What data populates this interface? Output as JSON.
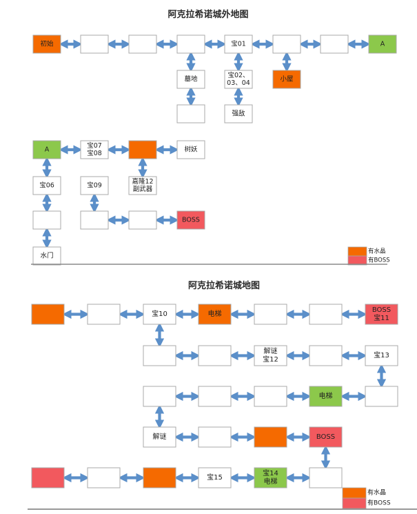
{
  "colors": {
    "orange": "#f56a00",
    "green": "#8cc84b",
    "red": "#f2595e",
    "white": "#ffffff",
    "border": "#a8a8a8",
    "arrow": "#5b8fc9",
    "baseline": "#8a8a8a"
  },
  "map1": {
    "title": "阿克拉希诺城外地图",
    "nodes": {
      "m1_start": {
        "label": "初始",
        "color": "orange"
      },
      "m1_r1c1": {
        "label": "",
        "color": "white"
      },
      "m1_r1c2": {
        "label": "",
        "color": "white"
      },
      "m1_r1c3": {
        "label": "",
        "color": "white"
      },
      "m1_bao01": {
        "label": "宝01",
        "color": "white"
      },
      "m1_r1c5": {
        "label": "",
        "color": "white"
      },
      "m1_r1c6": {
        "label": "",
        "color": "white"
      },
      "m1_a_top": {
        "label": "A",
        "color": "green"
      },
      "m1_grave": {
        "label": "墓地",
        "color": "white"
      },
      "m1_bao02": {
        "label": "宝02、\n03、04",
        "color": "white"
      },
      "m1_hut": {
        "label": "小屋",
        "color": "orange"
      },
      "m1_below_grave": {
        "label": "",
        "color": "white"
      },
      "m1_strong": {
        "label": "强敌",
        "color": "white"
      },
      "m1_a_left": {
        "label": "A",
        "color": "green"
      },
      "m1_bao0708": {
        "label": "宝07\n宝08",
        "color": "white"
      },
      "m1_crystal": {
        "label": "",
        "color": "orange"
      },
      "m1_treeDemon": {
        "label": "树妖",
        "color": "white"
      },
      "m1_bao06": {
        "label": "宝06",
        "color": "white"
      },
      "m1_bao09": {
        "label": "宝09",
        "color": "white"
      },
      "m1_jialong": {
        "label": "嘉隆12\n副武器",
        "color": "white"
      },
      "m1_r4c1": {
        "label": "",
        "color": "white"
      },
      "m1_r4c2": {
        "label": "",
        "color": "white"
      },
      "m1_r4c3": {
        "label": "",
        "color": "white"
      },
      "m1_boss": {
        "label": "BOSS",
        "color": "red"
      },
      "m1_water": {
        "label": "水门",
        "color": "white"
      }
    },
    "edges": [
      [
        "m1_start",
        "m1_r1c1"
      ],
      [
        "m1_r1c1",
        "m1_r1c2"
      ],
      [
        "m1_r1c2",
        "m1_r1c3"
      ],
      [
        "m1_r1c3",
        "m1_bao01"
      ],
      [
        "m1_bao01",
        "m1_r1c5"
      ],
      [
        "m1_r1c5",
        "m1_r1c6"
      ],
      [
        "m1_r1c6",
        "m1_a_top"
      ],
      [
        "m1_r1c3",
        "m1_grave"
      ],
      [
        "m1_grave",
        "m1_below_grave"
      ],
      [
        "m1_bao01",
        "m1_bao02"
      ],
      [
        "m1_bao02",
        "m1_strong"
      ],
      [
        "m1_r1c5",
        "m1_hut"
      ],
      [
        "m1_a_left",
        "m1_bao0708"
      ],
      [
        "m1_bao0708",
        "m1_crystal"
      ],
      [
        "m1_crystal",
        "m1_treeDemon"
      ],
      [
        "m1_a_left",
        "m1_bao06"
      ],
      [
        "m1_bao06",
        "m1_r4c1"
      ],
      [
        "m1_r4c1",
        "m1_water"
      ],
      [
        "m1_crystal",
        "m1_jialong"
      ],
      [
        "m1_bao09",
        "m1_r4c2"
      ],
      [
        "m1_r4c2",
        "m1_r4c3"
      ],
      [
        "m1_r4c3",
        "m1_boss"
      ]
    ],
    "legend": [
      {
        "label": "有水晶",
        "color": "orange"
      },
      {
        "label": "有BOSS",
        "color": "red"
      }
    ]
  },
  "map2": {
    "title": "阿克拉希诺城地图",
    "nodes": {
      "m2_start": {
        "label": "",
        "color": "orange"
      },
      "m2_r1c1": {
        "label": "",
        "color": "white"
      },
      "m2_bao10": {
        "label": "宝10",
        "color": "white"
      },
      "m2_elev1": {
        "label": "电梯",
        "color": "orange"
      },
      "m2_r1c4": {
        "label": "",
        "color": "white"
      },
      "m2_r1c5": {
        "label": "",
        "color": "white"
      },
      "m2_boss11": {
        "label": "BOSS\n宝11",
        "color": "red"
      },
      "m2_r2c2": {
        "label": "",
        "color": "white"
      },
      "m2_r2c3": {
        "label": "",
        "color": "white"
      },
      "m2_puzzle12": {
        "label": "解谜\n宝12",
        "color": "white"
      },
      "m2_r2c5": {
        "label": "",
        "color": "white"
      },
      "m2_bao13": {
        "label": "宝13",
        "color": "white"
      },
      "m2_r3c2": {
        "label": "",
        "color": "white"
      },
      "m2_r3c3": {
        "label": "",
        "color": "white"
      },
      "m2_r3c4": {
        "label": "",
        "color": "white"
      },
      "m2_elev2": {
        "label": "电梯",
        "color": "green"
      },
      "m2_r3c6": {
        "label": "",
        "color": "white"
      },
      "m2_puzzle": {
        "label": "解谜",
        "color": "white"
      },
      "m2_r4c3": {
        "label": "",
        "color": "white"
      },
      "m2_crystal4": {
        "label": "",
        "color": "orange"
      },
      "m2_boss4": {
        "label": "BOSS",
        "color": "red"
      },
      "m2_r5c0": {
        "label": "",
        "color": "red"
      },
      "m2_r5c1": {
        "label": "",
        "color": "white"
      },
      "m2_r5c2": {
        "label": "",
        "color": "orange"
      },
      "m2_bao15": {
        "label": "宝15",
        "color": "white"
      },
      "m2_bao14": {
        "label": "宝14\n电梯",
        "color": "green"
      },
      "m2_r5c5": {
        "label": "",
        "color": "white"
      }
    },
    "edges": [
      [
        "m2_start",
        "m2_r1c1"
      ],
      [
        "m2_r1c1",
        "m2_bao10"
      ],
      [
        "m2_bao10",
        "m2_elev1"
      ],
      [
        "m2_elev1",
        "m2_r1c4"
      ],
      [
        "m2_r1c4",
        "m2_r1c5"
      ],
      [
        "m2_r1c5",
        "m2_boss11"
      ],
      [
        "m2_bao10",
        "m2_r2c2"
      ],
      [
        "m2_r2c2",
        "m2_r2c3"
      ],
      [
        "m2_r2c3",
        "m2_puzzle12"
      ],
      [
        "m2_puzzle12",
        "m2_r2c5"
      ],
      [
        "m2_r2c5",
        "m2_bao13"
      ],
      [
        "m2_bao13",
        "m2_r3c6"
      ],
      [
        "m2_r3c2",
        "m2_r3c3"
      ],
      [
        "m2_r3c3",
        "m2_r3c4"
      ],
      [
        "m2_r3c4",
        "m2_elev2"
      ],
      [
        "m2_elev2",
        "m2_r3c6"
      ],
      [
        "m2_r3c2",
        "m2_puzzle"
      ],
      [
        "m2_puzzle",
        "m2_r4c3"
      ],
      [
        "m2_r4c3",
        "m2_crystal4"
      ],
      [
        "m2_crystal4",
        "m2_boss4"
      ],
      [
        "m2_boss4",
        "m2_r5c5"
      ],
      [
        "m2_r5c0",
        "m2_r5c1"
      ],
      [
        "m2_r5c1",
        "m2_r5c2"
      ],
      [
        "m2_r5c2",
        "m2_bao15"
      ],
      [
        "m2_bao15",
        "m2_bao14"
      ],
      [
        "m2_bao14",
        "m2_r5c5"
      ]
    ],
    "legend": [
      {
        "label": "有水晶",
        "color": "orange"
      },
      {
        "label": "有BOSS",
        "color": "red"
      }
    ]
  }
}
